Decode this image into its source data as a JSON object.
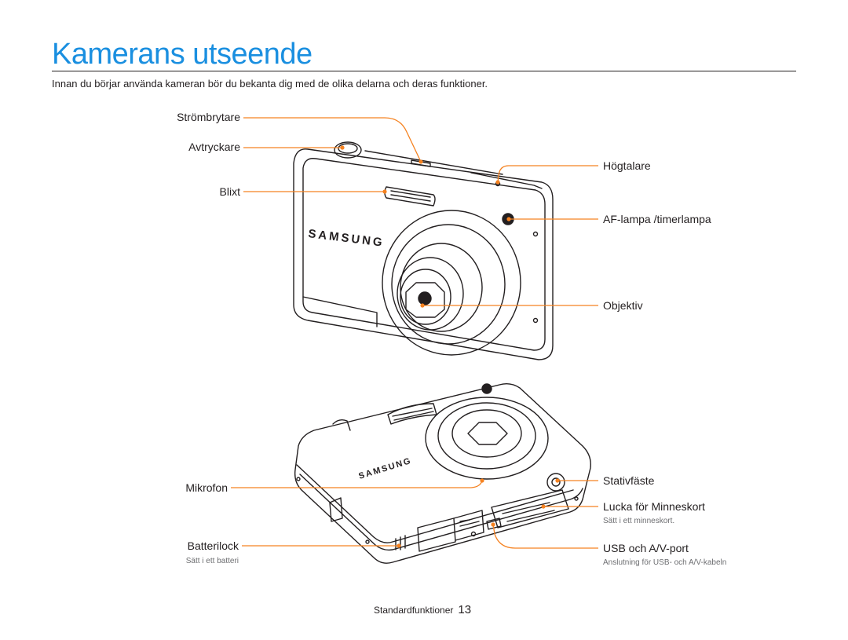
{
  "page": {
    "title": "Kamerans utseende",
    "intro": "Innan du börjar använda kameran bör du bekanta dig med de olika delarna och deras funktioner."
  },
  "front_labels": {
    "power": "Strömbrytare",
    "shutter": "Avtryckare",
    "flash": "Blixt",
    "speaker": "Högtalare",
    "af_lamp": "AF-lampa /timerlampa",
    "lens": "Objektiv"
  },
  "back_labels": {
    "microphone": "Mikrofon",
    "battery_lock": "Batterilock",
    "battery_lock_sub": "Sätt i ett batteri",
    "tripod": "Stativfäste",
    "memory_cover": "Lucka för Minneskort",
    "memory_cover_sub": "Sätt i ett minneskort.",
    "usb_port": "USB och A/V-port",
    "usb_port_sub": "Anslutning för USB- och A/V-kabeln"
  },
  "camera": {
    "brand": "SAMSUNG"
  },
  "footer": {
    "section": "Standardfunktioner",
    "page_number": "13"
  },
  "colors": {
    "title": "#1a8fe0",
    "callout": "#f58220",
    "text": "#231f20"
  }
}
